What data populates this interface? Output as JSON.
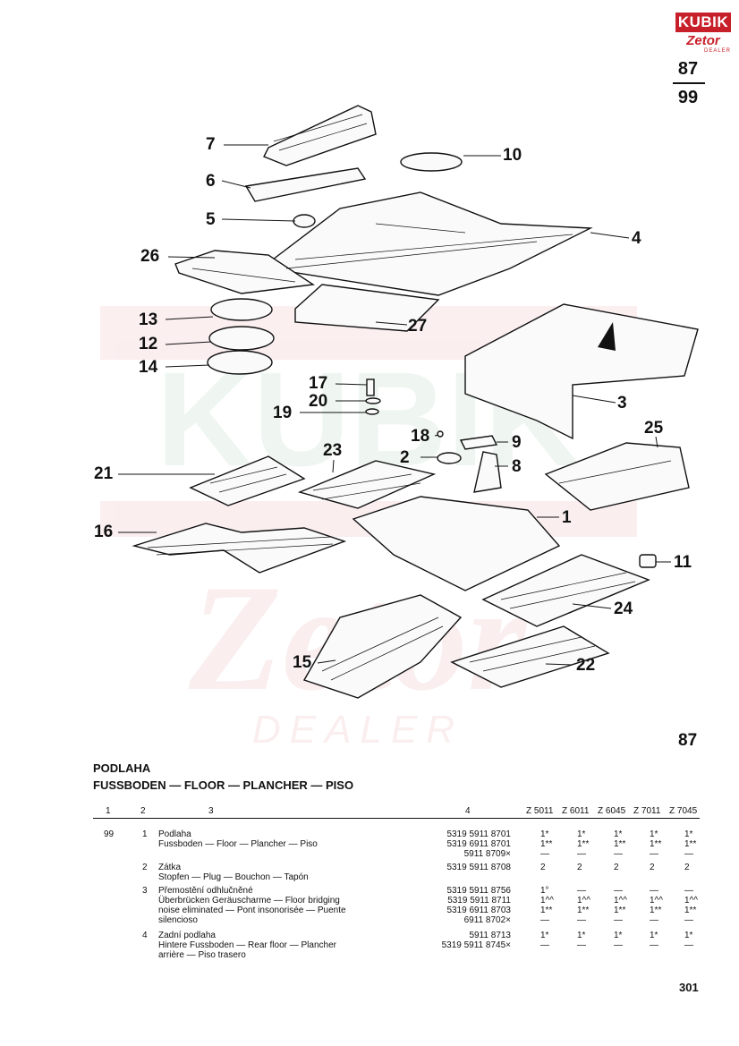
{
  "logo": {
    "brand": "KUBIK",
    "sub": "Zetor",
    "dealer": "DEALER"
  },
  "watermark": {
    "brand": "KUBIK",
    "sub": "Zetor",
    "dealer": "DEALER"
  },
  "page_ref": {
    "fig": "87",
    "group": "99"
  },
  "callouts": [
    "1",
    "2",
    "3",
    "4",
    "5",
    "6",
    "7",
    "8",
    "9",
    "10",
    "11",
    "12",
    "13",
    "14",
    "15",
    "16",
    "17",
    "18",
    "19",
    "20",
    "21",
    "22",
    "23",
    "24",
    "25",
    "26",
    "27"
  ],
  "figure_number": "87",
  "title_cz": "PODLAHA",
  "title_multi": "FUSSBODEN — FLOOR — PLANCHER — PISO",
  "headers": {
    "c1": "1",
    "c2": "2",
    "c3": "3",
    "c4": "4",
    "models": [
      "Z 5011",
      "Z 6011",
      "Z 6045",
      "Z 7011",
      "Z 7045"
    ]
  },
  "rows": [
    {
      "c1": "99",
      "c2": "1",
      "lines": [
        "Podlaha",
        "Fussboden — Floor — Plancher — Piso",
        ""
      ],
      "parts": [
        "5319 5911 8701",
        "5319 6911 8701",
        "5911 8709×"
      ],
      "qty": [
        [
          "1*",
          "1*",
          "1*",
          "1*",
          "1*"
        ],
        [
          "1**",
          "1**",
          "1**",
          "1**",
          "1**"
        ],
        [
          "—",
          "—",
          "—",
          "—",
          "—"
        ]
      ]
    },
    {
      "c1": "",
      "c2": "2",
      "lines": [
        "Zátka",
        "Stopfen — Plug — Bouchon — Tapón"
      ],
      "parts": [
        "5319 5911 8708",
        ""
      ],
      "qty": [
        [
          "2",
          "2",
          "2",
          "2",
          "2"
        ],
        [
          "",
          "",
          "",
          "",
          ""
        ]
      ]
    },
    {
      "c1": "",
      "c2": "3",
      "lines": [
        "Přemostění odhlučněné",
        "Überbrücken Geräuscharme — Floor bridging",
        "noise eliminated — Pont insonorisée — Puente",
        "silencioso"
      ],
      "parts": [
        "5319 5911 8756",
        "5319 5911 8711",
        "5319 6911 8703",
        "6911 8702×"
      ],
      "qty": [
        [
          "1°",
          "—",
          "—",
          "—",
          "—"
        ],
        [
          "1^^",
          "1^^",
          "1^^",
          "1^^",
          "1^^"
        ],
        [
          "1**",
          "1**",
          "1**",
          "1**",
          "1**"
        ],
        [
          "—",
          "—",
          "—",
          "—",
          "—"
        ]
      ]
    },
    {
      "c1": "",
      "c2": "4",
      "lines": [
        "Zadní podlaha",
        "Hintere Fussboden — Rear floor — Plancher",
        "arrière — Piso trasero"
      ],
      "parts": [
        "5911 8713",
        "5319 5911 8745×",
        ""
      ],
      "qty": [
        [
          "1*",
          "1*",
          "1*",
          "1*",
          "1*"
        ],
        [
          "—",
          "—",
          "—",
          "—",
          "—"
        ],
        [
          "",
          "",
          "",
          "",
          ""
        ]
      ]
    }
  ],
  "page_number": "301"
}
